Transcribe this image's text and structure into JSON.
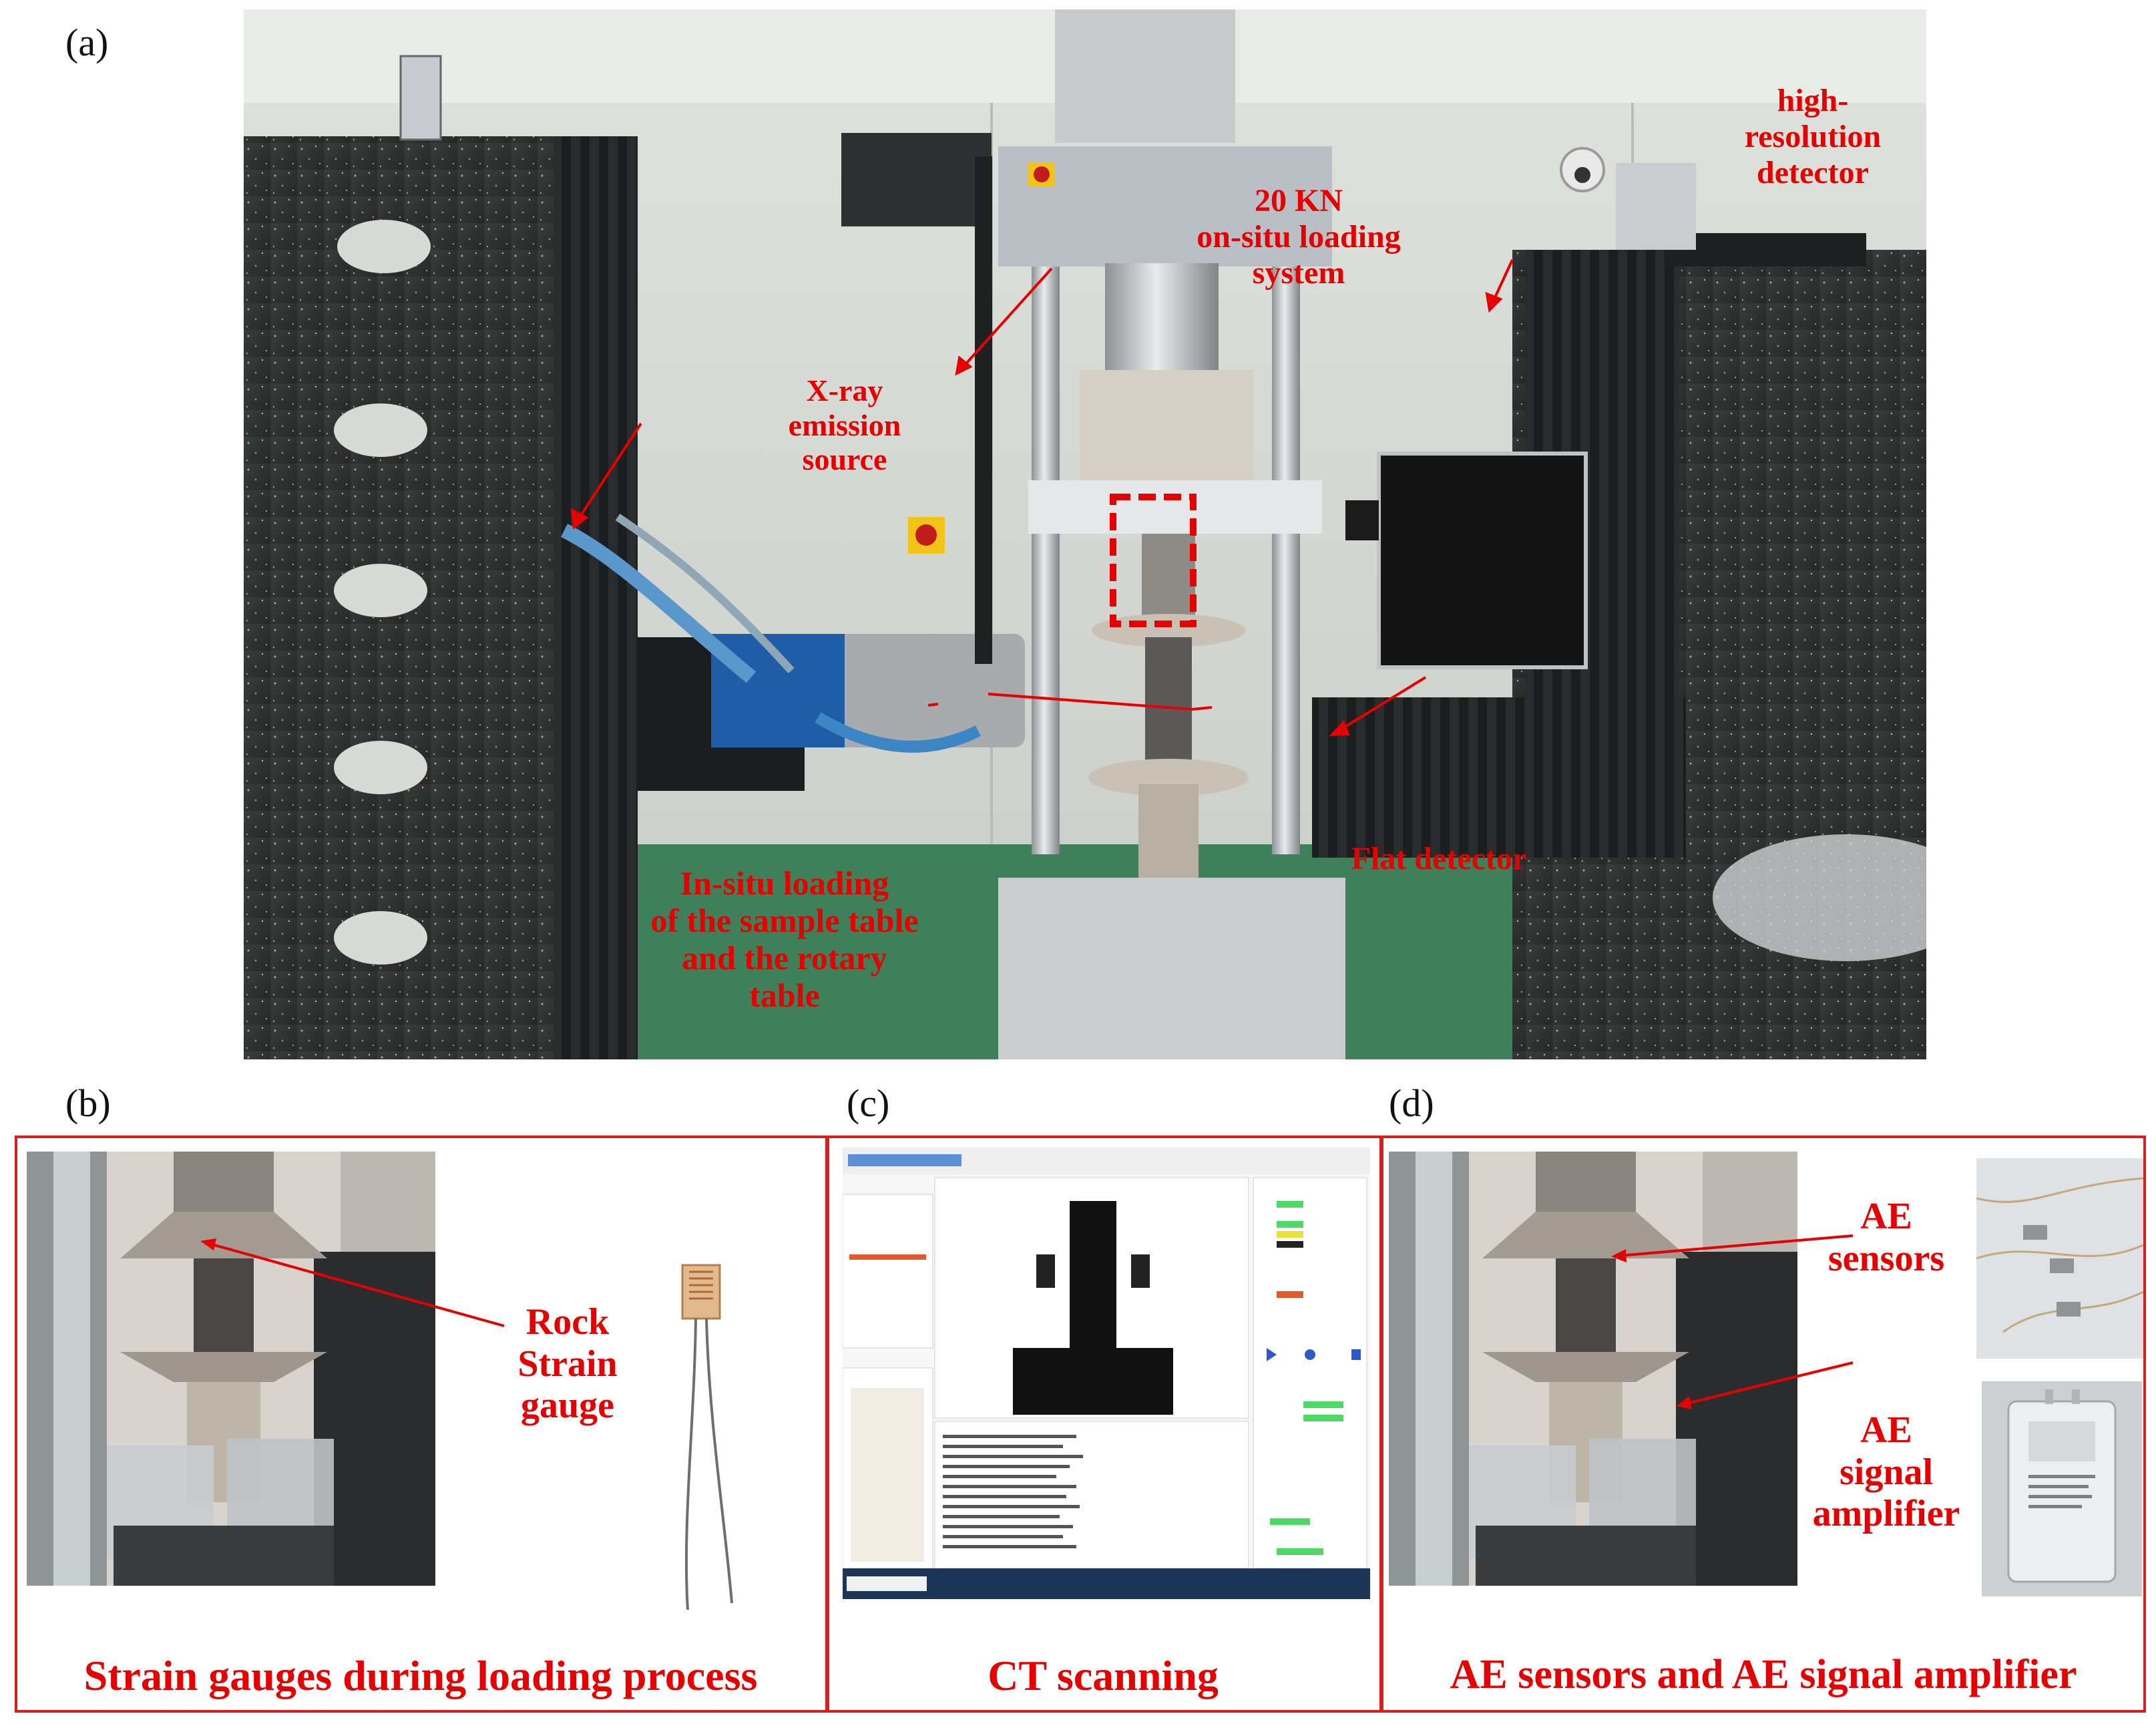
{
  "panels": {
    "a": {
      "letter": "(a)",
      "labels": {
        "xray_source": "X-ray\nemission\nsource",
        "loading_system": "20 KN\non-situ loading\nsystem",
        "high_res_detector": "high-\nresolution\ndetector",
        "flat_detector": "Flat detector",
        "insitu_table": "In-situ loading\nof the sample table\nand the rotary\ntable"
      }
    },
    "b": {
      "letter": "(b)",
      "labels": {
        "rock_strain": "Rock\nStrain\ngauge"
      },
      "caption": "Strain gauges during loading process"
    },
    "c": {
      "letter": "(c)",
      "caption": "CT scanning"
    },
    "d": {
      "letter": "(d)",
      "labels": {
        "ae_sensors": "AE\nsensors",
        "ae_amplifier": "AE\nsignal\namplifier"
      },
      "caption": "AE sensors and AE signal amplifier"
    }
  },
  "colors": {
    "annotation": "#e60000",
    "frame": "#d42020"
  }
}
